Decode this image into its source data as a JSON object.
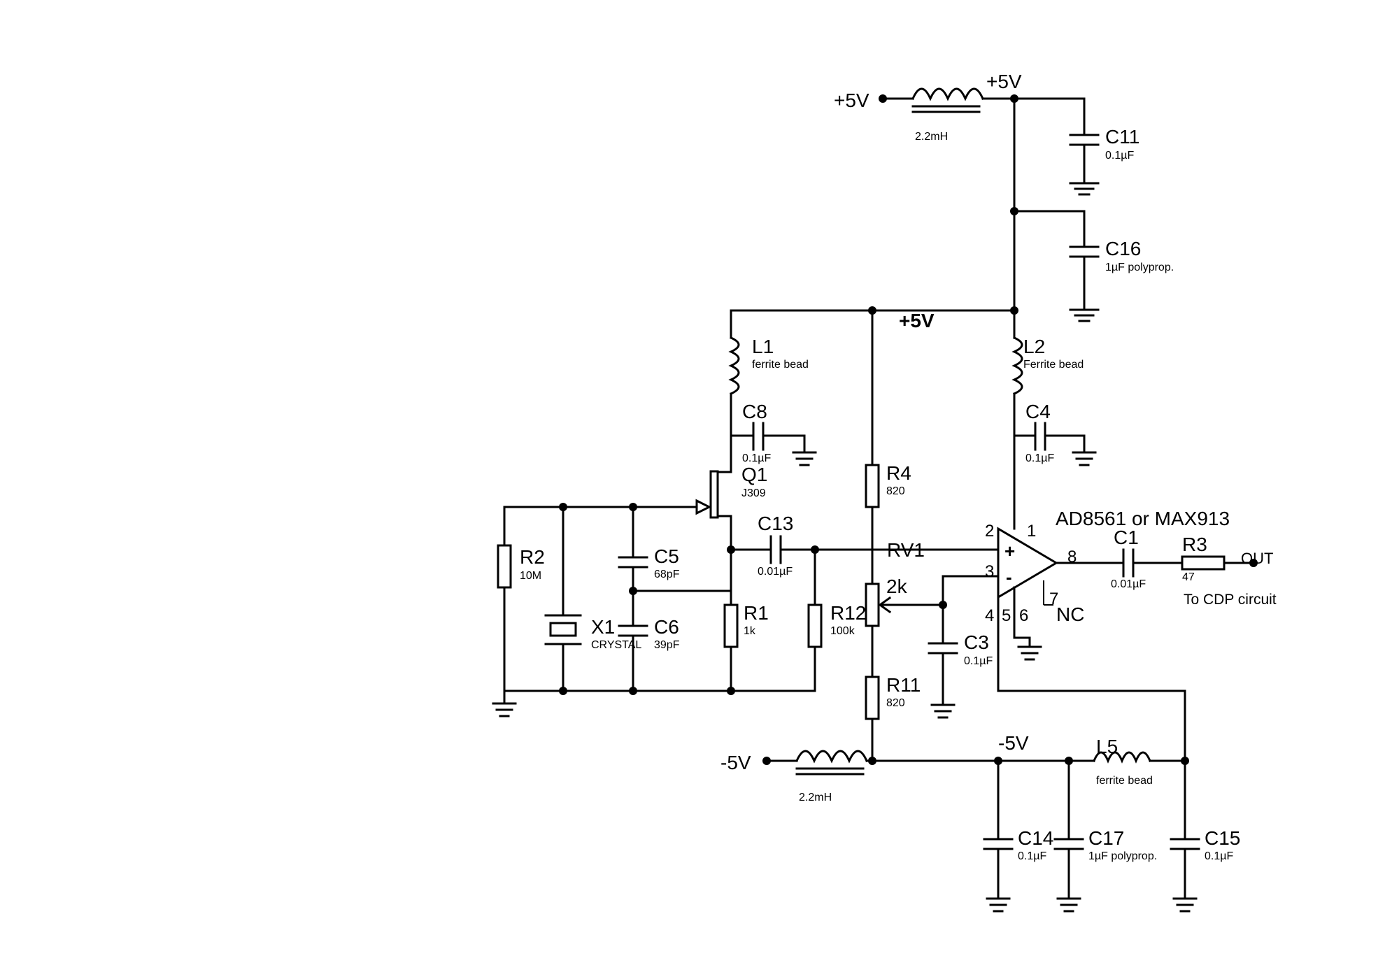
{
  "power": {
    "in_pos": "+5V",
    "rail_pos": "+5V",
    "rail_pos_mid": "+5V",
    "in_neg": "-5V",
    "rail_neg": "-5V"
  },
  "inductors": {
    "top_choke_value": "2.2mH",
    "bottom_choke_value": "2.2mH",
    "L1": {
      "ref": "L1",
      "value": "ferrite bead"
    },
    "L2": {
      "ref": "L2",
      "value": "Ferrite bead"
    },
    "L5": {
      "ref": "L5",
      "value": "ferrite bead"
    }
  },
  "capacitors": {
    "C11": {
      "ref": "C11",
      "value": "0.1µF"
    },
    "C16": {
      "ref": "C16",
      "value": "1µF polyprop."
    },
    "C8": {
      "ref": "C8",
      "value": "0.1µF"
    },
    "C4": {
      "ref": "C4",
      "value": "0.1µF"
    },
    "C13": {
      "ref": "C13",
      "value": "0.01µF"
    },
    "C5": {
      "ref": "C5",
      "value": "68pF"
    },
    "C6": {
      "ref": "C6",
      "value": "39pF"
    },
    "C3": {
      "ref": "C3",
      "value": "0.1µF"
    },
    "C1": {
      "ref": "C1",
      "value": "0.01µF"
    },
    "C14": {
      "ref": "C14",
      "value": "0.1µF"
    },
    "C17": {
      "ref": "C17",
      "value": "1µF polyprop."
    },
    "C15": {
      "ref": "C15",
      "value": "0.1µF"
    }
  },
  "resistors": {
    "R2": {
      "ref": "R2",
      "value": "10M"
    },
    "R1": {
      "ref": "R1",
      "value": "1k"
    },
    "R12": {
      "ref": "R12",
      "value": "100k"
    },
    "R4": {
      "ref": "R4",
      "value": "820"
    },
    "R11": {
      "ref": "R11",
      "value": "820"
    },
    "R3": {
      "ref": "R3",
      "value": "47"
    }
  },
  "pot": {
    "ref": "RV1",
    "value": "2k"
  },
  "transistor": {
    "ref": "Q1",
    "value": "J309"
  },
  "crystal": {
    "ref": "X1",
    "value": "CRYSTAL"
  },
  "opamp": {
    "part": "AD8561 or MAX913",
    "plus": "+",
    "minus": "-",
    "pins": {
      "p1": "1",
      "p2": "2",
      "p3": "3",
      "p4": "4",
      "p5": "5",
      "p6": "6",
      "p7": "7",
      "p8": "8"
    },
    "nc": "NC"
  },
  "output": {
    "label": "OUT",
    "note": "To CDP circuit"
  }
}
